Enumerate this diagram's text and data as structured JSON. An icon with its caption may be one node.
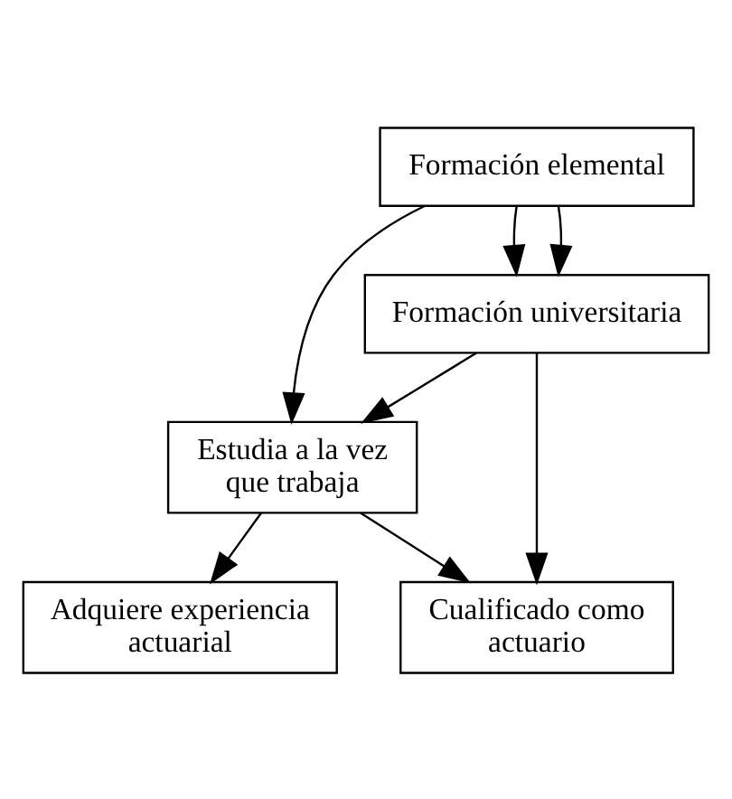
{
  "diagram": {
    "nodes": [
      {
        "text": [
          "Formación elemental"
        ]
      },
      {
        "text": [
          "Formación universitaria"
        ]
      },
      {
        "text": [
          "Estudia a la vez que trabaja"
        ]
      },
      {
        "text": [
          "Adquiere experiencia actuarial"
        ]
      },
      {
        "text": [
          "Cualificado como actuario"
        ]
      }
    ],
    "edges": [
      {
        "from": 0,
        "to": 1,
        "arrow": "to"
      },
      {
        "from": 0,
        "to": 1,
        "arrow": "to"
      },
      {
        "from": 0,
        "to": 2,
        "arrow": "to"
      },
      {
        "from": 1,
        "to": 2,
        "arrow": "to"
      },
      {
        "from": 1,
        "to": 4,
        "arrow": "to"
      },
      {
        "from": 2,
        "to": 3,
        "arrow": "to"
      },
      {
        "from": 2,
        "to": 4,
        "arrow": "to"
      }
    ]
  }
}
